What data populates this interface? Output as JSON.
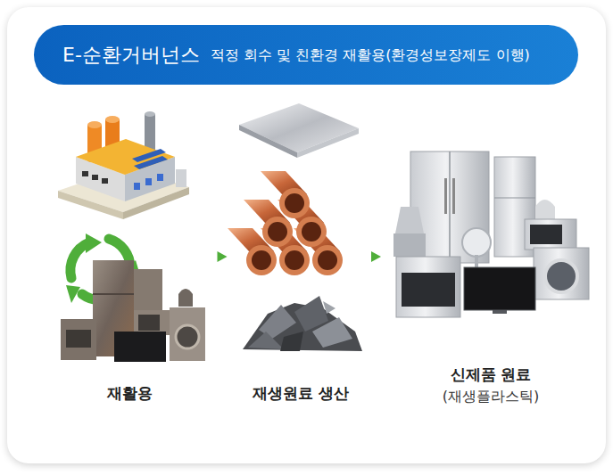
{
  "diagram": {
    "nodes": [
      {
        "text": [
          "E-순환거버넌스",
          "적정 회수 및 친환경 재활용(환경성보장제도 이행)"
        ]
      },
      {
        "text": [
          "재활용"
        ]
      },
      {
        "text": [
          "재생원료 생산"
        ]
      },
      {
        "text": [
          "신제품 원료",
          "(재생플라스틱)"
        ]
      }
    ],
    "edges": [
      {
        "from": 1,
        "to": 2,
        "arrow": "to"
      },
      {
        "from": 2,
        "to": 3,
        "arrow": "to"
      }
    ]
  }
}
